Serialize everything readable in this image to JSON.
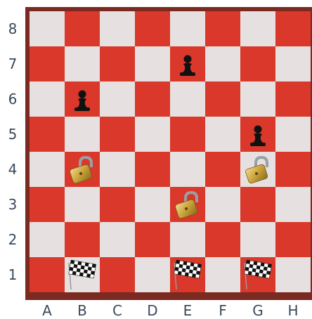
{
  "board": {
    "ranks": [
      "8",
      "7",
      "6",
      "5",
      "4",
      "3",
      "2",
      "1"
    ],
    "files": [
      "A",
      "B",
      "C",
      "D",
      "E",
      "F",
      "G",
      "H"
    ],
    "pieces": [
      {
        "square": "E7",
        "type": "pawn",
        "color": "black",
        "icon": "black-pawn-icon"
      },
      {
        "square": "B6",
        "type": "pawn",
        "color": "black",
        "icon": "black-pawn-icon"
      },
      {
        "square": "G5",
        "type": "pawn",
        "color": "black",
        "icon": "black-pawn-icon"
      },
      {
        "square": "B4",
        "type": "lock",
        "icon": "padlock-icon"
      },
      {
        "square": "G4",
        "type": "lock",
        "icon": "padlock-icon"
      },
      {
        "square": "E3",
        "type": "lock",
        "icon": "padlock-icon"
      },
      {
        "square": "B1",
        "type": "flag",
        "icon": "checkered-flag-icon"
      },
      {
        "square": "E1",
        "type": "flag",
        "icon": "checkered-flag-icon"
      },
      {
        "square": "G1",
        "type": "flag",
        "icon": "checkered-flag-icon"
      }
    ],
    "colors": {
      "light_square": "#e6e1e0",
      "dark_square": "#d9382a",
      "border": "#7a2a20",
      "label": "#3b4a5a"
    }
  }
}
